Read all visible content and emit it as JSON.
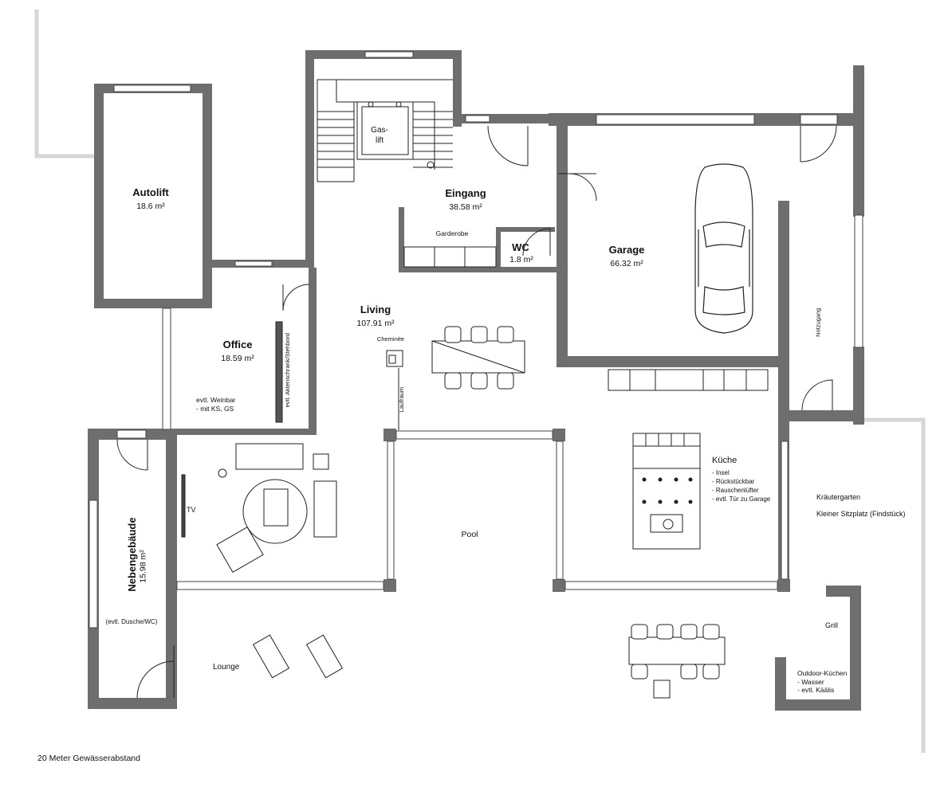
{
  "rooms": {
    "autolift": {
      "name": "Autolift",
      "area": "18.6 m²"
    },
    "gaslift": {
      "name": "Gas-\nlift"
    },
    "eingang": {
      "name": "Eingang",
      "area": "38.58 m²"
    },
    "garderobe": {
      "name": "Garderobe"
    },
    "wc": {
      "name": "WC",
      "area": "1.8 m²"
    },
    "garage": {
      "name": "Garage",
      "area": "66.32 m²"
    },
    "living": {
      "name": "Living",
      "area": "107.91 m²"
    },
    "office": {
      "name": "Office",
      "area": "18.59 m²",
      "note": "evtl. Weinbar\n- mit KS, GS",
      "cabinet": "evtl. Aktenschrank/Stehbord"
    },
    "nebengebaeude": {
      "name": "Nebengebäude",
      "area": "15.98 m²",
      "note": "(evtl. Dusche/WC)"
    },
    "kueche": {
      "name": "Küche",
      "items": [
        "- Insel",
        "- Rückstückbar",
        "- Rauschenlüfter",
        "- evtl. Tür zu Garage"
      ]
    }
  },
  "labels": {
    "cheminee": "Cheminée",
    "laufraum": "Laufraum",
    "tv": "TV",
    "pool": "Pool",
    "notzugang": "Notzugang",
    "kraeutergarten": "Kräutergarten",
    "sitzplatz": "Kleiner Sitzplatz (Findstück)",
    "grill": "Grill",
    "outdoor_kitchen": "Outdoor-Küchen\n- Wasser\n- evtl. Käälis",
    "lounge": "Lounge",
    "footer": "20 Meter Gewässerabstand"
  },
  "colors": {
    "wall": "#6e6e6e",
    "boundary": "#d6d6d6",
    "line": "#222222"
  }
}
